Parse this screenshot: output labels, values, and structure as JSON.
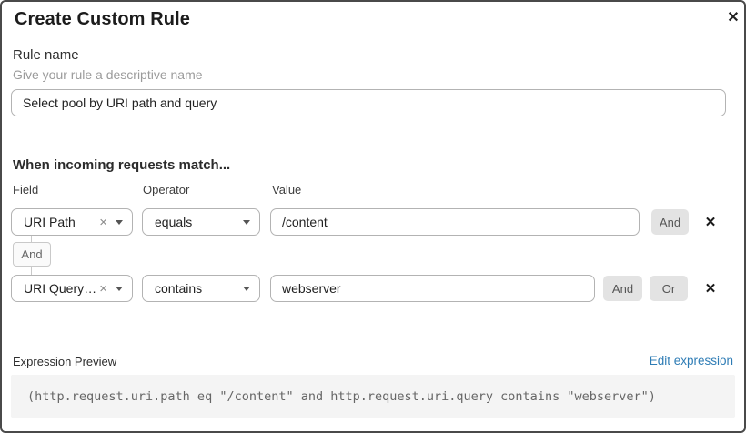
{
  "dialog": {
    "title": "Create Custom Rule",
    "close_icon": "✕"
  },
  "rule_name": {
    "label": "Rule name",
    "helper": "Give your rule a descriptive name",
    "value": "Select pool by URI path and query"
  },
  "matcher": {
    "heading": "When incoming requests match...",
    "columns": {
      "field": "Field",
      "operator": "Operator",
      "value": "Value"
    },
    "connector_label": "And",
    "clear_icon": "×",
    "remove_icon": "✕",
    "rows": [
      {
        "field": "URI Path",
        "operator": "equals",
        "value": "/content",
        "buttons": [
          "And"
        ]
      },
      {
        "field": "URI Query St...",
        "operator": "contains",
        "value": "webserver",
        "buttons": [
          "And",
          "Or"
        ]
      }
    ]
  },
  "expression": {
    "label": "Expression Preview",
    "edit_link": "Edit expression",
    "code": "(http.request.uri.path eq \"/content\" and http.request.uri.query contains \"webserver\")"
  },
  "colors": {
    "link_blue": "#2e7cb5",
    "button_gray": "#e3e3e3",
    "code_background": "#f4f4f4",
    "border_gray": "#b3b3b3",
    "dialog_border": "#4a4a4a"
  }
}
